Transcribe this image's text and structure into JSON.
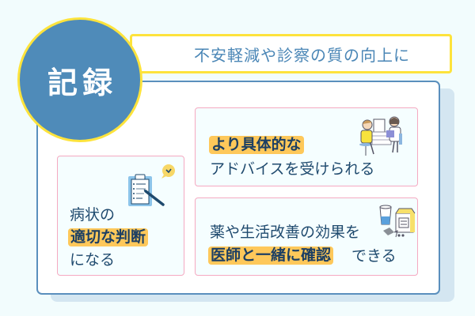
{
  "badge": {
    "label": "記録"
  },
  "banner": {
    "title": "不安軽減や診察の質の向上に"
  },
  "cards": {
    "left": {
      "line1": "病状の",
      "highlight": "適切な判断",
      "line3": "になる",
      "icon": "clipboard-checklist-icon"
    },
    "top": {
      "highlight": "より具体的な",
      "line2": "アドバイスを受けられる",
      "icon": "doctor-consultation-icon"
    },
    "bottom": {
      "line1": "薬や生活改善の効果を",
      "highlight": "医師と一緒に確認",
      "suffix": "できる",
      "icon": "medicine-and-water-icon"
    }
  },
  "colors": {
    "background": "#f2fcfd",
    "badge_fill": "#4f8bb9",
    "accent_yellow": "#fde33c",
    "panel_border": "#5a8fbd",
    "card_border": "#f5a9c1",
    "highlight": "#fec85a",
    "text": "#1f4a6e"
  }
}
